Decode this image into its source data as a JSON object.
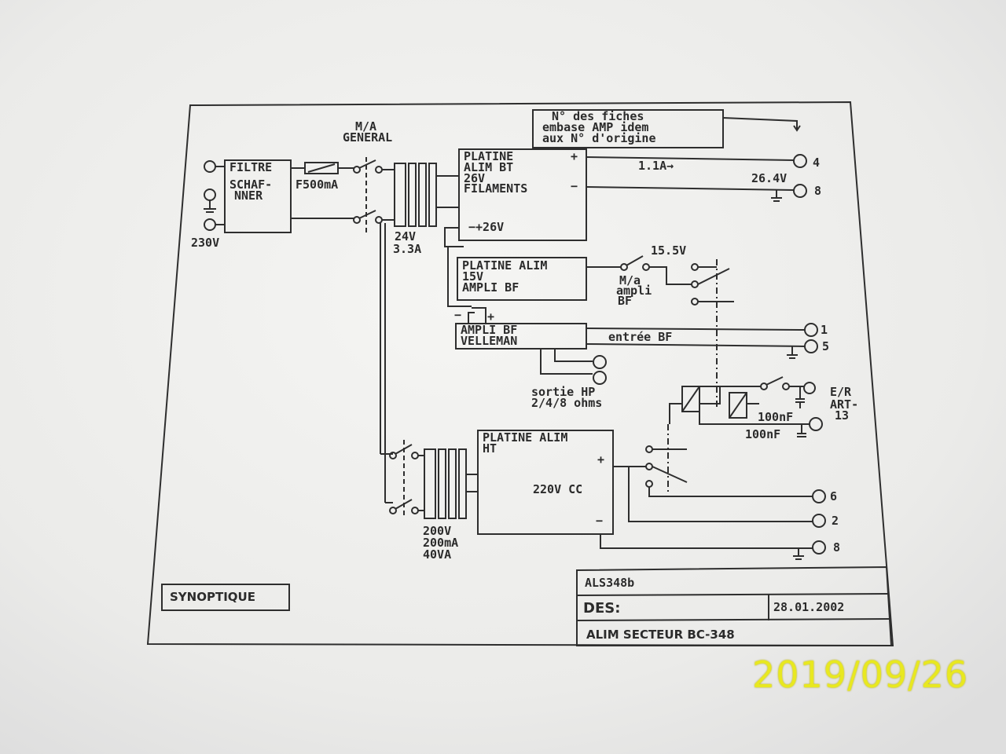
{
  "note": {
    "line1": "N° des fiches",
    "line2": "embase AMP idem",
    "line3": "aux N° d'origine"
  },
  "main_switch": {
    "line1": "M/A",
    "line2": "GENERAL"
  },
  "filter": {
    "title": "FILTRE",
    "line1": "SCHAF-",
    "line2": "NNER"
  },
  "mains_voltage": "230V",
  "fuse": "F500mA",
  "transformer_bt": {
    "volts": "24V",
    "amps": "3.3A"
  },
  "platine_bt": {
    "line1": "PLATINE",
    "line2": "ALIM BT",
    "line3": "26V",
    "line4": "FILAMENTS",
    "plus": "+",
    "minus": "−",
    "bottom": "−+26V"
  },
  "output_current": "1.1A→",
  "output_voltage": "26.4V",
  "pins": {
    "p4": "4",
    "p8a": "8",
    "p1": "1",
    "p5": "5",
    "p6": "6",
    "p2": "2",
    "p8b": "8"
  },
  "platine_15v": {
    "line1": "PLATINE ALIM",
    "line2": "15V",
    "line3": "AMPLI  BF",
    "voltage": "15.5V"
  },
  "switch_ampli": {
    "line1": "M/a",
    "line2": "ampli",
    "line3": "BF"
  },
  "ampli_bf": {
    "line1": "AMPLI BF",
    "line2": "VELLEMAN",
    "minus": "−",
    "plus": "+"
  },
  "input_label": "entrée BF",
  "speaker_output": {
    "line1": "sortie HP",
    "line2": "2/4/8 ohms"
  },
  "relay_labels": {
    "er1": "E/R",
    "er2": "ART-",
    "er3": "13",
    "cap1": "100nF",
    "cap2": "100nF"
  },
  "platine_ht": {
    "line1": "PLATINE ALIM",
    "line2": "HT",
    "voltage": "220V  CC",
    "plus": "+",
    "minus": "−"
  },
  "transformer_ht": {
    "line1": "200V",
    "line2": "200mA",
    "line3": "40VA"
  },
  "synoptique": "SYNOPTIQUE",
  "title_block": {
    "ref": "ALS348b",
    "des": "DES:",
    "date": "28.01.2002",
    "title": "ALIM SECTEUR BC-348"
  },
  "date_stamp": "2019/09/26"
}
